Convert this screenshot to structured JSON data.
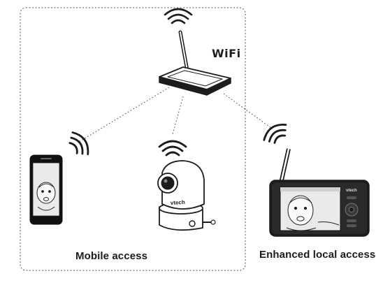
{
  "wifi_label": "WiFi",
  "captions": {
    "mobile": "Mobile access",
    "local": "Enhanced local access"
  },
  "devices": {
    "camera_brand": "vtech",
    "monitor_brand": "vtech"
  },
  "colors": {
    "line": "#1c1c1c",
    "dotted": "#444444",
    "screen": "#e9e9e9"
  }
}
